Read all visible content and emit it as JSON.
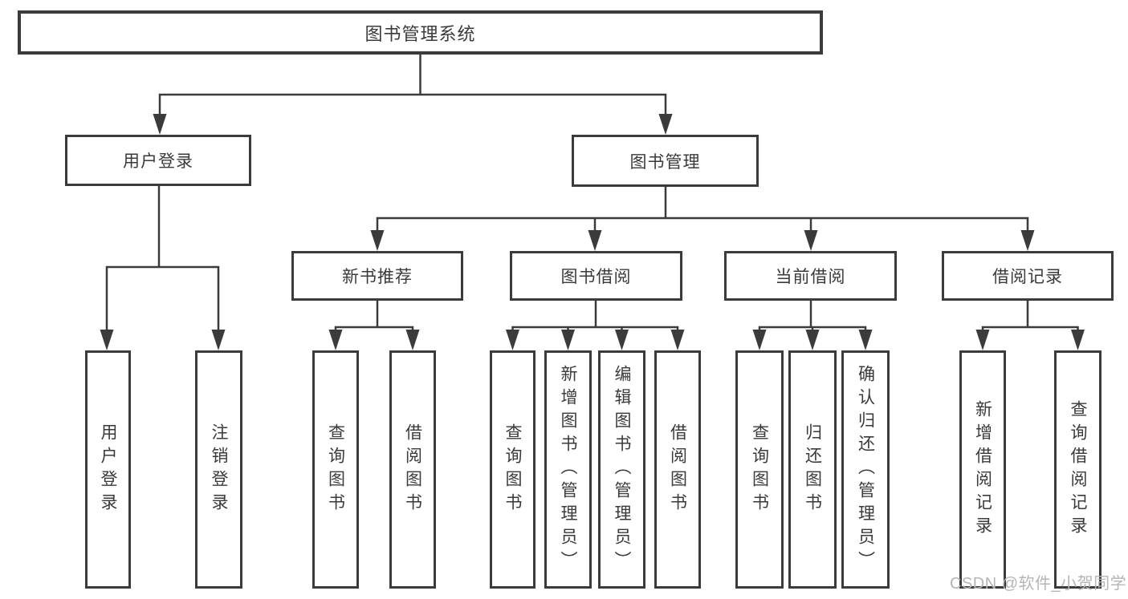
{
  "tree": {
    "root": {
      "label": "图书管理系统"
    },
    "branches": [
      {
        "label": "用户登录",
        "children": [
          {
            "label": "用户登录"
          },
          {
            "label": "注销登录"
          }
        ]
      },
      {
        "label": "图书管理",
        "children": [
          {
            "label": "新书推荐",
            "children": [
              {
                "label": "查询图书"
              },
              {
                "label": "借阅图书"
              }
            ]
          },
          {
            "label": "图书借阅",
            "children": [
              {
                "label": "查询图书"
              },
              {
                "label": "新增图书（管理员）"
              },
              {
                "label": "编辑图书（管理员）"
              },
              {
                "label": "借阅图书"
              }
            ]
          },
          {
            "label": "当前借阅",
            "children": [
              {
                "label": "查询图书"
              },
              {
                "label": "归还图书"
              },
              {
                "label": "确认归还（管理员）"
              }
            ]
          },
          {
            "label": "借阅记录",
            "children": [
              {
                "label": "新增借阅记录"
              },
              {
                "label": "查询借阅记录"
              }
            ]
          }
        ]
      }
    ]
  },
  "watermark": {
    "text": "CSDN @软件_小贺同学"
  },
  "colors": {
    "line": "#3b3b3b",
    "text": "#3a3a3a",
    "watermark": "#b5b5b5",
    "background": "#ffffff"
  }
}
